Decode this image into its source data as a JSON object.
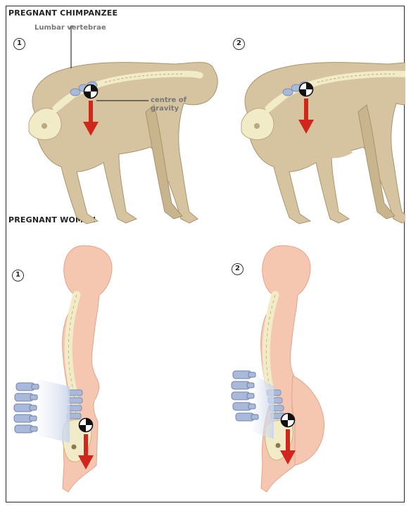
{
  "sections": {
    "chimp_title": "PREGNANT CHIMPANZEE",
    "woman_title": "PREGNANT WOMAN"
  },
  "panels": {
    "chimp_1": "1",
    "chimp_2": "2",
    "woman_1": "1",
    "woman_2": "2"
  },
  "labels": {
    "lumbar": "Lumbar vertebrae",
    "centre_line1": "centre of",
    "centre_line2": "gravity"
  },
  "colors": {
    "skin_chimp": "#d6c4a0",
    "skin_woman": "#f5c6b0",
    "bone": "#f2ebc7",
    "lumbar": "#a9b9d9",
    "arrow": "#d0261c"
  }
}
